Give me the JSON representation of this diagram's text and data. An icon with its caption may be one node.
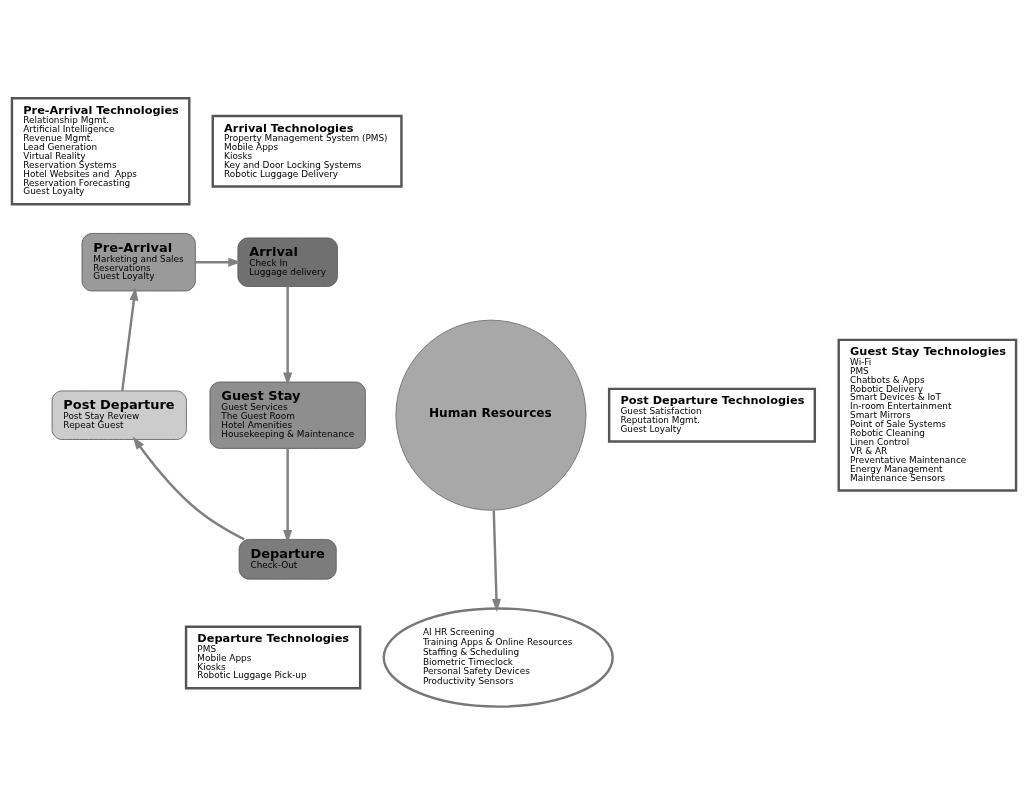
{
  "diagram": {
    "nodes": [
      {
        "text": [
          "Pre-Arrival Technologies",
          "Relationship Mgmt.",
          "Artificial Intelligence",
          "Revenue Mgmt.",
          "Lead Generation",
          "Virtual Reality",
          "Reservation Systems",
          "Hotel Websites and  Apps",
          "Reservation Forecasting",
          "Guest Loyalty"
        ]
      },
      {
        "text": [
          "Arrival Technologies",
          "Property Management System (PMS)",
          "Mobile Apps",
          "Kiosks",
          "Key and Door Locking Systems",
          "Robotic Luggage Delivery"
        ]
      },
      {
        "text": [
          "Pre-Arrival",
          "Marketing and Sales",
          "Reservations",
          "Guest Loyalty"
        ]
      },
      {
        "text": [
          "Arrival",
          "Check In",
          "Luggage delivery"
        ]
      },
      {
        "text": [
          "Human Resources"
        ]
      },
      {
        "text": [
          "Post Departure",
          "Post Stay Review",
          "Repeat Guest"
        ]
      },
      {
        "text": [
          "Guest Stay",
          "Guest Services",
          "The Guest Room",
          "Hotel Amenities",
          "Housekeeping & Maintenance"
        ]
      },
      {
        "text": [
          "Post Departure Technologies",
          "Guest Satisfaction",
          "Reputation Mgmt.",
          "Guest Loyalty"
        ]
      },
      {
        "text": [
          "Guest Stay Technologies",
          "Wi-Fi",
          "PMS",
          "Chatbots & Apps",
          "Robotic Delivery",
          "Smart Devices & IoT",
          "In-room Entertainment",
          "Smart Mirrors",
          "Point of Sale Systems",
          "Robotic Cleaning",
          "Linen Control",
          "VR & AR",
          "Preventative Maintenance",
          "Energy Management",
          "Maintenance Sensors"
        ]
      },
      {
        "text": [
          "Departure",
          "Check-Out"
        ]
      },
      {
        "text": [
          "AI HR Screening",
          "Training Apps & Online Resources",
          "Staffing & Scheduling",
          "Biometric Timeclock",
          "Personal Safety Devices",
          "Productivity Sensors"
        ]
      },
      {
        "text": [
          "Departure Technologies",
          "PMS",
          "Mobile Apps",
          "Kiosks",
          "Robotic Luggage Pick-up"
        ]
      }
    ],
    "edges": [
      {
        "from": 2,
        "to": 3,
        "arrow": "to"
      },
      {
        "from": 3,
        "to": 6,
        "arrow": "to"
      },
      {
        "from": 6,
        "to": 9,
        "arrow": "to"
      },
      {
        "from": 9,
        "to": 5,
        "arrow": "to"
      },
      {
        "from": 5,
        "to": 2,
        "arrow": "to"
      },
      {
        "from": 4,
        "to": 10,
        "arrow": "to"
      }
    ]
  }
}
